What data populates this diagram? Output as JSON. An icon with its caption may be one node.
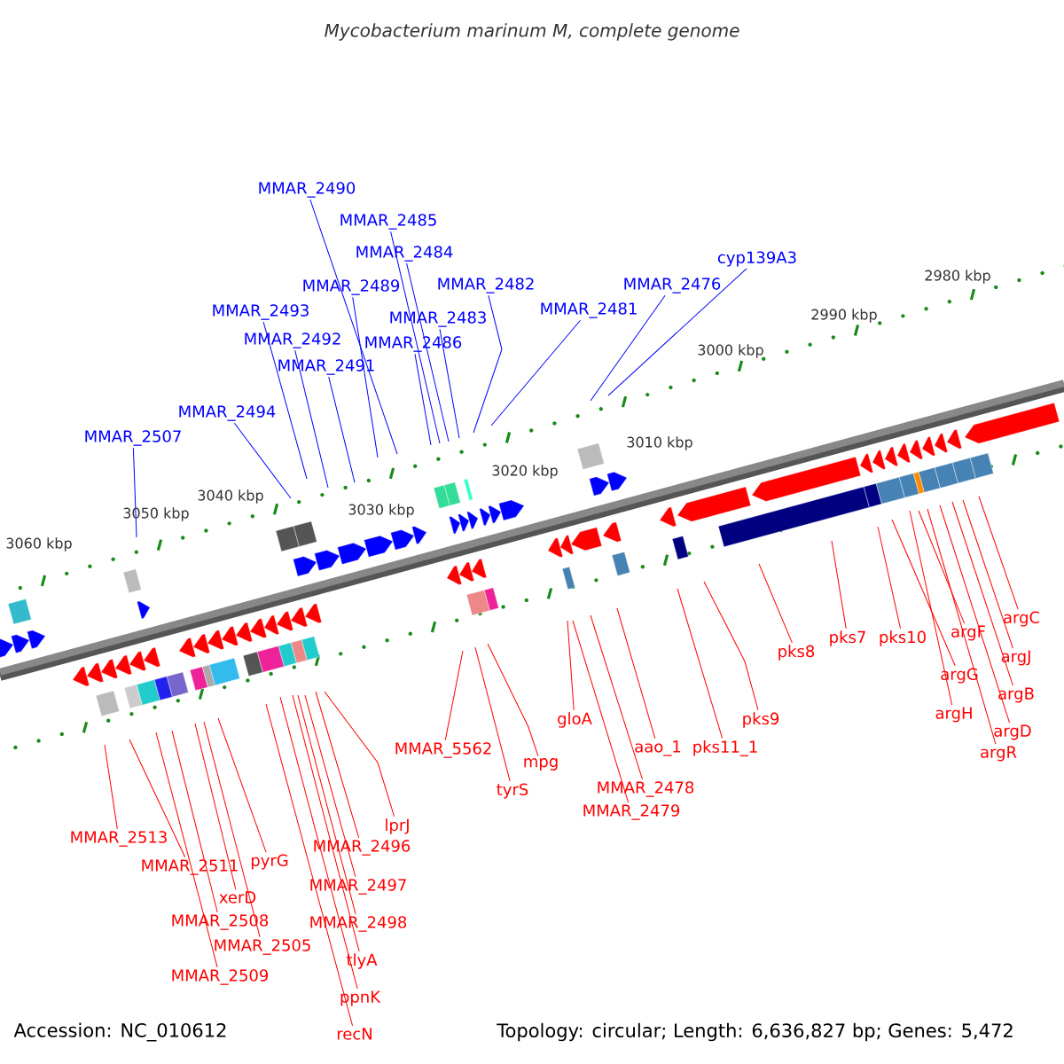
{
  "diagram": {
    "title": "Mycobacterium marinum M, complete genome",
    "nodes": [
      {
        "text": [
          "MMAR_2490"
        ]
      },
      {
        "text": [
          "MMAR_2485"
        ]
      },
      {
        "text": [
          "MMAR_2484"
        ]
      },
      {
        "text": [
          "cyp139A3"
        ]
      },
      {
        "text": [
          "MMAR_2489"
        ]
      },
      {
        "text": [
          "MMAR_2482"
        ]
      },
      {
        "text": [
          "MMAR_2476"
        ]
      },
      {
        "text": [
          "MMAR_2481"
        ]
      },
      {
        "text": [
          "MMAR_2493"
        ]
      },
      {
        "text": [
          "MMAR_2483"
        ]
      },
      {
        "text": [
          "MMAR_2492"
        ]
      },
      {
        "text": [
          "MMAR_2486"
        ]
      },
      {
        "text": [
          "MMAR_2491"
        ]
      },
      {
        "text": [
          "MMAR_2494"
        ]
      },
      {
        "text": [
          "MMAR_2507"
        ]
      },
      {
        "text": [
          "argC"
        ]
      },
      {
        "text": [
          "pks10"
        ]
      },
      {
        "text": [
          "pks7"
        ]
      },
      {
        "text": [
          "argF"
        ]
      },
      {
        "text": [
          "pks8"
        ]
      },
      {
        "text": [
          "argJ"
        ]
      },
      {
        "text": [
          "argG"
        ]
      },
      {
        "text": [
          "argB"
        ]
      },
      {
        "text": [
          "argH"
        ]
      },
      {
        "text": [
          "pks9"
        ]
      },
      {
        "text": [
          "gloA"
        ]
      },
      {
        "text": [
          "argD"
        ]
      },
      {
        "text": [
          "MMAR_5562"
        ]
      },
      {
        "text": [
          "aao_1"
        ]
      },
      {
        "text": [
          "pks11_1"
        ]
      },
      {
        "text": [
          "argR"
        ]
      },
      {
        "text": [
          "mpg"
        ]
      },
      {
        "text": [
          "MMAR_2478"
        ]
      },
      {
        "text": [
          "tyrS"
        ]
      },
      {
        "text": [
          "MMAR_2479"
        ]
      },
      {
        "text": [
          "lprJ"
        ]
      },
      {
        "text": [
          "MMAR_2513"
        ]
      },
      {
        "text": [
          "MMAR_2496"
        ]
      },
      {
        "text": [
          "pyrG"
        ]
      },
      {
        "text": [
          "MMAR_2511"
        ]
      },
      {
        "text": [
          "MMAR_2497"
        ]
      },
      {
        "text": [
          "xerD"
        ]
      },
      {
        "text": [
          "MMAR_2508"
        ]
      },
      {
        "text": [
          "MMAR_2498"
        ]
      },
      {
        "text": [
          "MMAR_2505"
        ]
      },
      {
        "text": [
          "tlyA"
        ]
      },
      {
        "text": [
          "MMAR_2509"
        ]
      },
      {
        "text": [
          "ppnK"
        ]
      },
      {
        "text": [
          "recN"
        ]
      }
    ],
    "edges": [
      {
        "from": 0,
        "to": null,
        "arrow": "none",
        "color": "#0000ff"
      },
      {
        "from": 1,
        "to": null,
        "arrow": "none",
        "color": "#0000ff"
      },
      {
        "from": 2,
        "to": null,
        "arrow": "none",
        "color": "#0000ff"
      },
      {
        "from": 3,
        "to": null,
        "arrow": "none",
        "color": "#0000ff"
      },
      {
        "from": 4,
        "to": null,
        "arrow": "none",
        "color": "#0000ff"
      },
      {
        "from": 5,
        "to": null,
        "arrow": "none",
        "color": "#0000ff"
      },
      {
        "from": 6,
        "to": null,
        "arrow": "none",
        "color": "#0000ff"
      },
      {
        "from": 7,
        "to": null,
        "arrow": "none",
        "color": "#0000ff"
      },
      {
        "from": 8,
        "to": null,
        "arrow": "none",
        "color": "#0000ff"
      },
      {
        "from": 9,
        "to": null,
        "arrow": "none",
        "color": "#0000ff"
      },
      {
        "from": 10,
        "to": null,
        "arrow": "none",
        "color": "#0000ff"
      },
      {
        "from": 11,
        "to": null,
        "arrow": "none",
        "color": "#0000ff"
      },
      {
        "from": 12,
        "to": null,
        "arrow": "none",
        "color": "#0000ff"
      },
      {
        "from": 13,
        "to": null,
        "arrow": "none",
        "color": "#0000ff"
      },
      {
        "from": 14,
        "to": null,
        "arrow": "none",
        "color": "#0000ff"
      },
      {
        "from": 15,
        "to": null,
        "arrow": "none"
      },
      {
        "from": 16,
        "to": null,
        "arrow": "none"
      },
      {
        "from": 17,
        "to": null,
        "arrow": "none"
      },
      {
        "from": 18,
        "to": null,
        "arrow": "none"
      },
      {
        "from": 19,
        "to": null,
        "arrow": "none"
      },
      {
        "from": 20,
        "to": null,
        "arrow": "none"
      },
      {
        "from": 21,
        "to": null,
        "arrow": "none"
      },
      {
        "from": 22,
        "to": null,
        "arrow": "none"
      },
      {
        "from": 23,
        "to": null,
        "arrow": "none"
      },
      {
        "from": 24,
        "to": null,
        "arrow": "none"
      },
      {
        "from": 25,
        "to": null,
        "arrow": "none"
      },
      {
        "from": 26,
        "to": null,
        "arrow": "none"
      },
      {
        "from": 27,
        "to": null,
        "arrow": "none"
      },
      {
        "from": 28,
        "to": null,
        "arrow": "none"
      },
      {
        "from": 29,
        "to": null,
        "arrow": "none"
      },
      {
        "from": 30,
        "to": null,
        "arrow": "none"
      },
      {
        "from": 31,
        "to": null,
        "arrow": "none"
      },
      {
        "from": 32,
        "to": null,
        "arrow": "none"
      },
      {
        "from": 33,
        "to": null,
        "arrow": "none"
      },
      {
        "from": 34,
        "to": null,
        "arrow": "none"
      },
      {
        "from": 35,
        "to": null,
        "arrow": "none"
      },
      {
        "from": 36,
        "to": null,
        "arrow": "none"
      },
      {
        "from": 37,
        "to": null,
        "arrow": "none"
      },
      {
        "from": 38,
        "to": null,
        "arrow": "none"
      },
      {
        "from": 39,
        "to": null,
        "arrow": "none"
      },
      {
        "from": 40,
        "to": null,
        "arrow": "none"
      },
      {
        "from": 41,
        "to": null,
        "arrow": "none"
      },
      {
        "from": 42,
        "to": null,
        "arrow": "none"
      },
      {
        "from": 43,
        "to": null,
        "arrow": "none"
      },
      {
        "from": 44,
        "to": null,
        "arrow": "none"
      },
      {
        "from": 45,
        "to": null,
        "arrow": "none"
      },
      {
        "from": 46,
        "to": null,
        "arrow": "none"
      },
      {
        "from": 47,
        "to": null,
        "arrow": "none"
      },
      {
        "from": 48,
        "to": null,
        "arrow": "none"
      }
    ],
    "labels": [
      "2980 kbp",
      "2990 kbp",
      "3000 kbp",
      "3010 kbp",
      "3020 kbp",
      "3030 kbp",
      "3040 kbp",
      "3050 kbp",
      "3060 kbp",
      "Accession: NC_010612",
      "Topology: circular; Length: 6,636,827 bp; Genes: 5,472"
    ]
  }
}
